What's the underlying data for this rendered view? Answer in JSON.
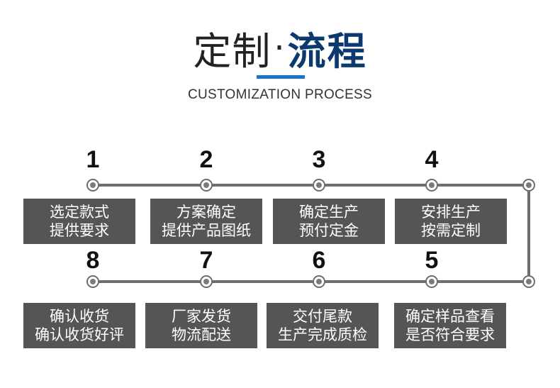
{
  "header": {
    "title_light": "定制",
    "title_dot": "·",
    "title_bold": "流程",
    "subtitle": "CUSTOMIZATION PROCESS"
  },
  "steps": [
    {
      "number": "1",
      "line1": "选定款式",
      "line2": "提供要求"
    },
    {
      "number": "2",
      "line1": "方案确定",
      "line2": "提供产品图纸"
    },
    {
      "number": "3",
      "line1": "确定生产",
      "line2": "预付定金"
    },
    {
      "number": "4",
      "line1": "安排生产",
      "line2": "按需定制"
    },
    {
      "number": "5",
      "line1": "确定样品查看",
      "line2": "是否符合要求"
    },
    {
      "number": "6",
      "line1": "交付尾款",
      "line2": "生产完成质检"
    },
    {
      "number": "7",
      "line1": "厂家发货",
      "line2": "物流配送"
    },
    {
      "number": "8",
      "line1": "确认收货",
      "line2": "确认收货好评"
    }
  ],
  "colors": {
    "title_accent": "#0d3a6e",
    "underline": "#1a73c8",
    "box": "#555555",
    "track": "#6e6e6e"
  }
}
